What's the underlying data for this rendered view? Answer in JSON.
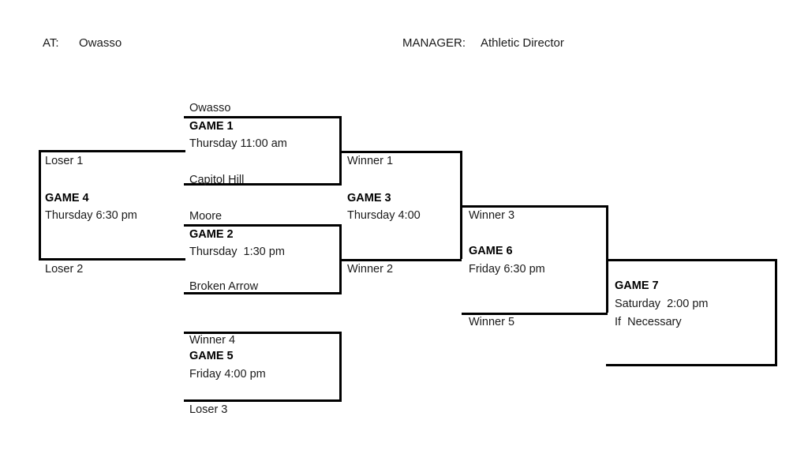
{
  "header": {
    "at_label": "AT:",
    "at_value": "Owasso",
    "manager_label": "MANAGER:",
    "manager_value": "Athletic Director"
  },
  "bracket": {
    "games": [
      {
        "id": "game-1",
        "title": "GAME 1",
        "time": "Thursday 11:00 am",
        "top_slot": "Owasso",
        "bottom_slot": "Capitol Hill",
        "note": ""
      },
      {
        "id": "game-2",
        "title": "GAME 2",
        "time": "Thursday  1:30 pm",
        "top_slot": "Moore",
        "bottom_slot": "Broken Arrow",
        "note": ""
      },
      {
        "id": "game-3",
        "title": "GAME 3",
        "time": "Thursday 4:00",
        "top_slot": "Winner 1",
        "bottom_slot": "Winner 2",
        "note": ""
      },
      {
        "id": "game-4",
        "title": "GAME 4",
        "time": "Thursday 6:30 pm",
        "top_slot": "Loser 1",
        "bottom_slot": "Loser 2",
        "note": ""
      },
      {
        "id": "game-5",
        "title": "GAME 5",
        "time": "Friday 4:00 pm",
        "top_slot": "Winner 4",
        "bottom_slot": "Loser 3",
        "note": ""
      },
      {
        "id": "game-6",
        "title": "GAME 6",
        "time": "Friday 6:30 pm",
        "top_slot": "Winner 3",
        "bottom_slot": "Winner 5",
        "note": ""
      },
      {
        "id": "game-7",
        "title": "GAME 7",
        "time": "Saturday  2:00 pm",
        "top_slot": "",
        "bottom_slot": "",
        "note": "If  Necessary"
      }
    ]
  },
  "style": {
    "line_color": "#000000",
    "text_color": "#1a1a1a",
    "background": "#ffffff"
  }
}
